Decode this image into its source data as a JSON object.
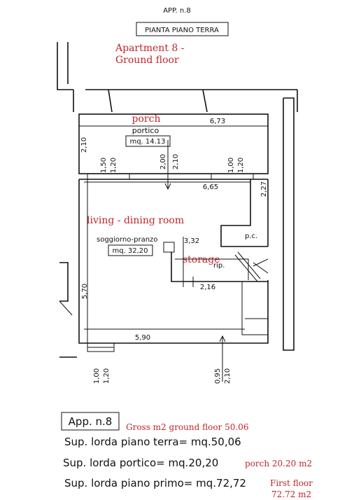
{
  "header": {
    "app_code": "APP. n.8",
    "sheet_title": "PIANTA PIANO TERRA"
  },
  "translation": {
    "title_line1": "Apartment 8 -",
    "title_line2": "Ground floor",
    "porch": "porch",
    "living": "living - dining room",
    "storage": "storage",
    "gross_ground": "Gross m2 ground floor 50.06",
    "porch_area": "porch 20.20 m2",
    "first_floor_line1": "First floor",
    "first_floor_line2": "72.72 m2"
  },
  "rooms": {
    "portico_label": "portico",
    "portico_area": "mq. 14.13",
    "living_label": "soggiorno-pranzo",
    "living_area": "mq. 32,20",
    "pc_label": "p.c.",
    "rip_label": "rip."
  },
  "dimensions": {
    "d_673": "6,73",
    "d_665": "6,65",
    "d_210_left": "2,10",
    "d_150": "1,50",
    "d_120_a": "1,20",
    "d_200": "2,00",
    "d_210_door": "2,10",
    "d_100_a": "1,00",
    "d_120_b": "1,20",
    "d_227": "2,27",
    "d_332": "3,32",
    "d_216": "2,16",
    "d_570": "5,70",
    "d_590": "5,90",
    "d_100_b": "1,00",
    "d_120_c": "1,20",
    "d_095": "0,95",
    "d_210_bottom": "2,10"
  },
  "summary": {
    "box_label": "App. n.8",
    "line1": "Sup. lorda piano terra= mq.50,06",
    "line2": "Sup. lorda portico= mq.20,20",
    "line3": "Sup. lorda piano primo= mq.72,72"
  },
  "colors": {
    "annotation": "#c0262b",
    "line": "#111111"
  }
}
